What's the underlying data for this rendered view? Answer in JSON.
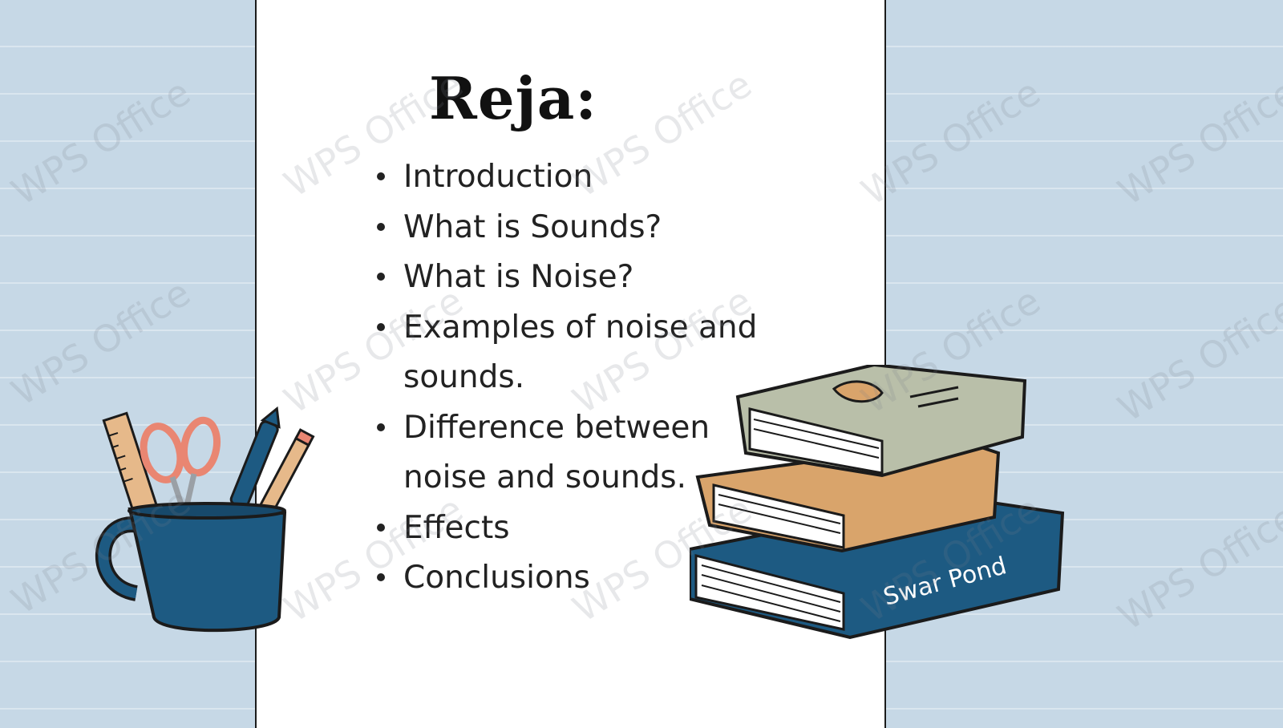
{
  "slide": {
    "title": "Reja:",
    "agenda_items": [
      "Introduction",
      "What is Sounds?",
      "What is Noise?",
      "Examples of noise and sounds.",
      "Difference between noise and sounds.",
      "Effects",
      "Conclusions"
    ]
  },
  "illustrations": {
    "left": "pencil-cup-icon",
    "right": "book-stack-icon",
    "book_spine_text": "Swar Pond"
  },
  "watermark": {
    "text": "WPS Office"
  },
  "colors": {
    "background": "#c6d8e6",
    "card": "#ffffff",
    "cup_blue": "#1d5a82",
    "book_tan": "#d9a46b",
    "book_gray": "#b9bfa9",
    "scissors_coral": "#e98672"
  }
}
